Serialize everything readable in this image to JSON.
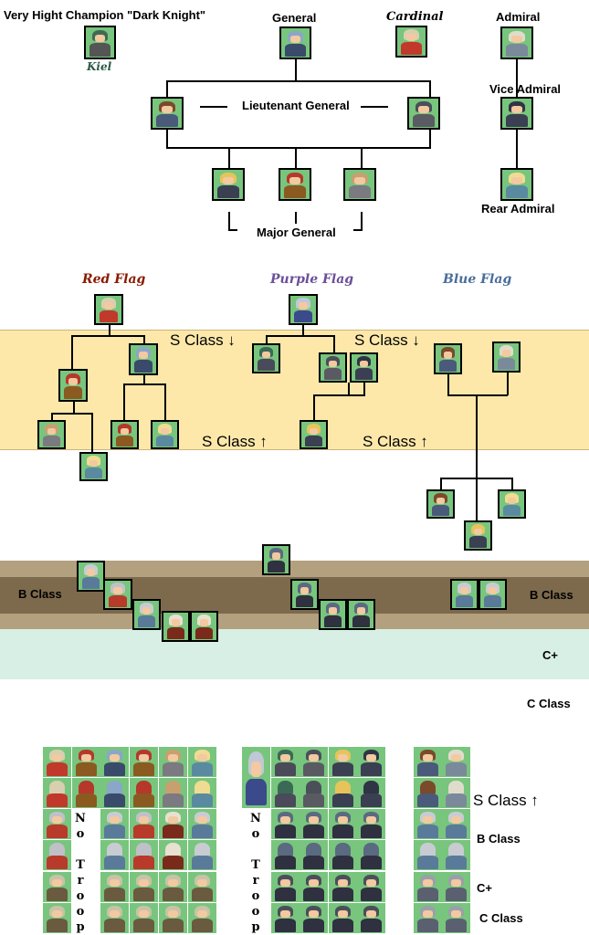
{
  "top": {
    "champion_title": "Very Hight Champion \"Dark Knight\"",
    "champion_name": "Kiel",
    "general": "General",
    "cardinal": "Cardinal",
    "admiral": "Admiral",
    "lieutenant_general": "Lieutenant General",
    "vice_admiral": "Vice Admiral",
    "major_general": "Major General",
    "rear_admiral": "Rear Admiral"
  },
  "flags": {
    "red": "Red Flag",
    "purple": "Purple Flag",
    "blue": "Blue Flag",
    "red_color": "#8b1a00",
    "purple_color": "#6b4f9a",
    "blue_color": "#4a6d9a"
  },
  "classes": {
    "s_down": "S Class ↓",
    "s_up": "S Class ↑",
    "b": "B Class",
    "c_plus": "C+",
    "c": "C Class"
  },
  "legend": {
    "no_troop": [
      "N",
      "o",
      "",
      "T",
      "r",
      "o",
      "o",
      "p"
    ],
    "s_up": "S Class ↑",
    "b": "B Class",
    "c_plus": "C+",
    "c": "C Class"
  },
  "colors": {
    "s_band": "#fde8aa",
    "b_band_outer": "#b2a07e",
    "b_band_inner": "#7d6a4c",
    "c_plus_band": "#d7efe4",
    "sprite_bg": "#78c57e"
  }
}
